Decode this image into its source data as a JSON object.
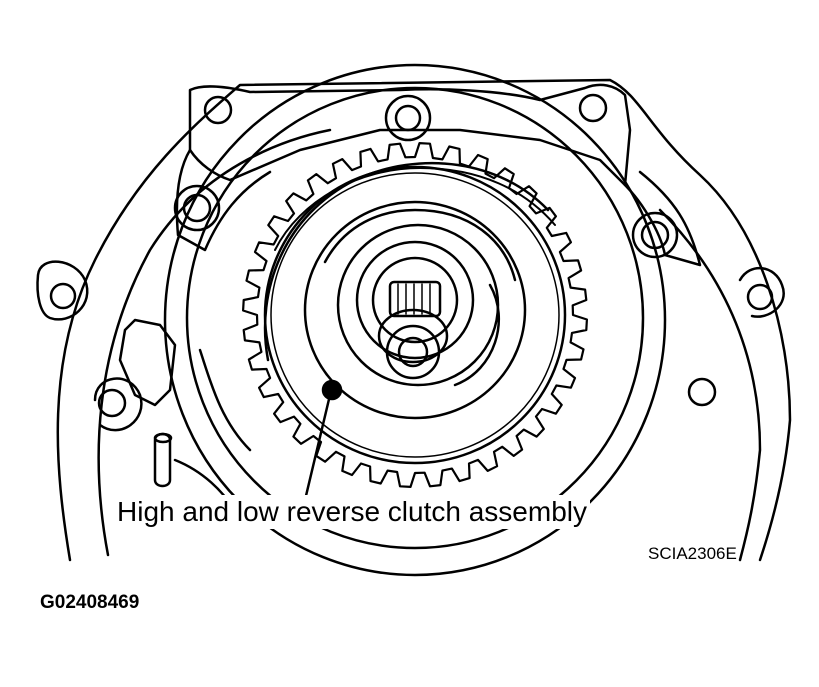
{
  "callout": {
    "label": "High and low reverse clutch assembly"
  },
  "reference_code": "SCIA2306E",
  "figure_id": "G02408469"
}
